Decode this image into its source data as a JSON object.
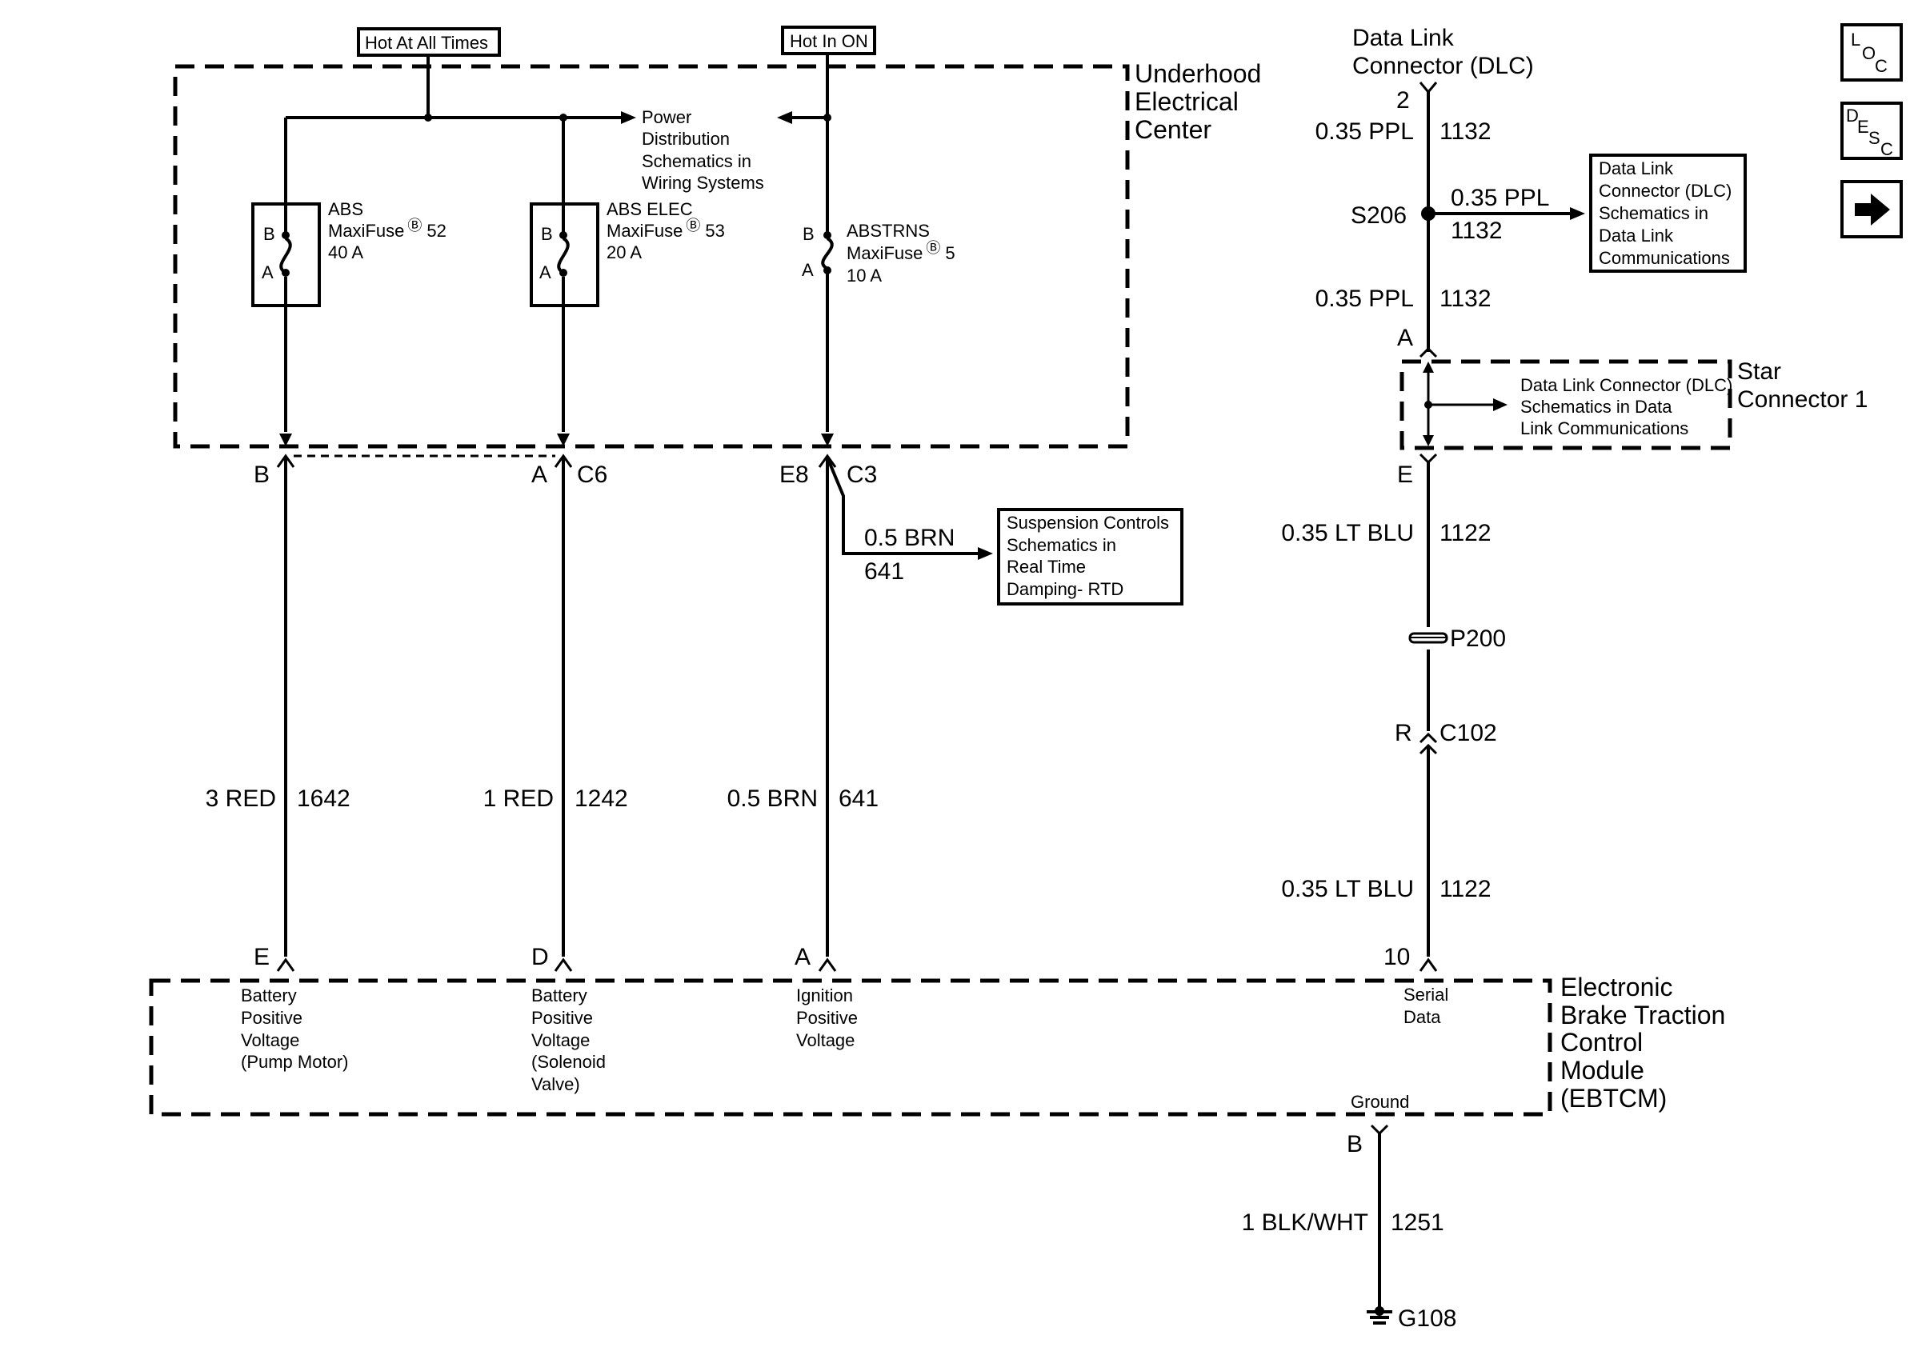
{
  "sources": {
    "hot_at_all_times": "Hot At All Times",
    "hot_in_on": "Hot In ON"
  },
  "uec": {
    "title_1": "Underhood",
    "title_2": "Electrical",
    "title_3": "Center",
    "power_dist_1": "Power",
    "power_dist_2": "Distribution",
    "power_dist_3": "Schematics in",
    "power_dist_4": "Wiring Systems",
    "fuse1": {
      "name": "ABS",
      "type": "MaxiFuse",
      "mark": "Ⓑ",
      "number": "52",
      "rating": "40 A",
      "pin_b": "B",
      "pin_a": "A"
    },
    "fuse2": {
      "name": "ABS ELEC",
      "type": "MaxiFuse",
      "mark": "Ⓑ",
      "number": "53",
      "rating": "20 A",
      "pin_b": "B",
      "pin_a": "A"
    },
    "fuse3": {
      "name": "ABSTRNS",
      "type": "MaxiFuse",
      "mark": "Ⓑ",
      "number": "5",
      "rating": "10 A",
      "pin_b": "B",
      "pin_a": "A"
    },
    "conn_b": "B",
    "conn_a": "A",
    "conn_c6": "C6",
    "conn_e8": "E8",
    "conn_c3": "C3"
  },
  "suspension": {
    "wire_color": "0.5 BRN",
    "circuit": "641",
    "ref_1": "Suspension Controls",
    "ref_2": "Schematics in",
    "ref_3": "Real Time",
    "ref_4": "Damping- RTD"
  },
  "wires": {
    "w1": {
      "color": "3 RED",
      "circuit": "1642"
    },
    "w2": {
      "color": "1 RED",
      "circuit": "1242"
    },
    "w3": {
      "color": "0.5 BRN",
      "circuit": "641"
    }
  },
  "dlc": {
    "title_1": "Data Link",
    "title_2": "Connector (DLC)",
    "pin": "2",
    "wire_top": {
      "color": "0.35 PPL",
      "circuit": "1132"
    },
    "splice": "S206",
    "branch": {
      "color": "0.35 PPL",
      "circuit": "1132"
    },
    "ref_1": "Data Link",
    "ref_2": "Connector (DLC)",
    "ref_3": "Schematics in",
    "ref_4": "Data Link",
    "ref_5": "Communications",
    "wire_mid": {
      "color": "0.35 PPL",
      "circuit": "1132"
    },
    "star_pin_a": "A",
    "star_title_1": "Star",
    "star_title_2": "Connector 1",
    "star_ref_1": "Data Link Connector (DLC)",
    "star_ref_2": "Schematics in Data",
    "star_ref_3": "Link Communications",
    "star_pin_e": "E",
    "wire_lower": {
      "color": "0.35 LT BLU",
      "circuit": "1122"
    },
    "p200": "P200",
    "c102_pin": "R",
    "c102": "C102",
    "wire_bottom": {
      "color": "0.35 LT BLU",
      "circuit": "1122"
    },
    "ebtcm_pin": "10"
  },
  "ebtcm": {
    "title_1": "Electronic",
    "title_2": "Brake Traction",
    "title_3": "Control",
    "title_4": "Module",
    "title_5": "(EBTCM)",
    "pin_e": "E",
    "pin_d": "D",
    "pin_a": "A",
    "e_desc_1": "Battery",
    "e_desc_2": "Positive",
    "e_desc_3": "Voltage",
    "e_desc_4": "(Pump Motor)",
    "d_desc_1": "Battery",
    "d_desc_2": "Positive",
    "d_desc_3": "Voltage",
    "d_desc_4": "(Solenoid",
    "d_desc_5": "Valve)",
    "a_desc_1": "Ignition",
    "a_desc_2": "Positive",
    "a_desc_3": "Voltage",
    "s_desc_1": "Serial",
    "s_desc_2": "Data",
    "ground_label": "Ground",
    "ground_pin": "B"
  },
  "ground": {
    "wire": {
      "color": "1 BLK/WHT",
      "circuit": "1251"
    },
    "name": "G108"
  },
  "nav": {
    "loc_l": "L",
    "loc_o": "O",
    "loc_c": "C",
    "desc_d": "D",
    "desc_e": "E",
    "desc_s": "S",
    "desc_c": "C"
  }
}
